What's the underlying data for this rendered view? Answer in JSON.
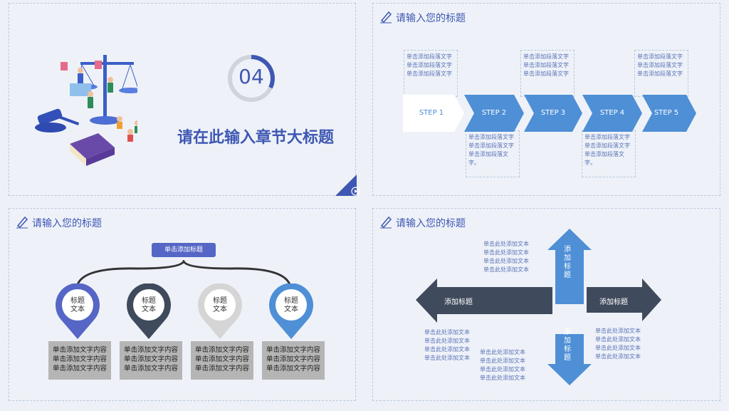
{
  "colors": {
    "accent": "#3f57b3",
    "blue": "#4e8fd6",
    "dark": "#3f4a5c",
    "gray": "#b5b5b5"
  },
  "panel1": {
    "number": "04",
    "section_title": "请在此输入章节大标题",
    "play_icon": "play-icon"
  },
  "panel2": {
    "title": "请输入您的标题",
    "steps": [
      "STEP 1",
      "STEP 2",
      "STEP 3",
      "STEP 4",
      "STEP 5"
    ],
    "notes_top": [
      "单击添加段落文字单击添加段落文字单击添加段落文字",
      "单击添加段落文字单击添加段落文字单击添加段落文字",
      "单击添加段落文字单击添加段落文字单击添加段落文字"
    ],
    "notes_bottom": [
      "单击添加段落文字单击添加段落文字单击添加段落文字。",
      "单击添加段落文字单击添加段落文字单击添加段落文字。"
    ]
  },
  "panel3": {
    "title": "请输入您的标题",
    "header": "单击添加标题",
    "pins": [
      {
        "label": "标题\n文本",
        "color": "#5566c6"
      },
      {
        "label": "标题\n文本",
        "color": "#3f4a5c"
      },
      {
        "label": "标题\n文本",
        "color": "#d5d5d5"
      },
      {
        "label": "标题\n文本",
        "color": "#4e8fd6"
      }
    ],
    "box_line": "单击添加文字内容"
  },
  "panel4": {
    "title": "请输入您的标题",
    "left_arrow": "添加标题",
    "right_arrow": "添加标题",
    "up_arrow": "添加标题",
    "down_arrow": "添加标题",
    "line": "单击此处添加文本"
  }
}
